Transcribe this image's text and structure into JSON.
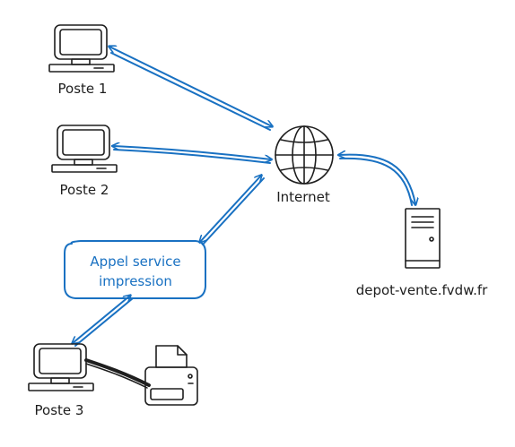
{
  "nodes": {
    "poste1": {
      "label": "Poste 1",
      "icon": "computer-icon"
    },
    "poste2": {
      "label": "Poste 2",
      "icon": "computer-icon"
    },
    "poste3": {
      "label": "Poste 3",
      "icon": "computer-icon"
    },
    "internet": {
      "label": "Internet",
      "icon": "globe-icon"
    },
    "server": {
      "label": "depot-vente.fvdw.fr",
      "icon": "server-icon"
    },
    "service": {
      "label_line1": "Appel service",
      "label_line2": "impression"
    },
    "printer": {
      "icon": "printer-icon"
    }
  },
  "edges": [
    {
      "from": "Poste 1",
      "to": "Internet",
      "style": "double-arrow"
    },
    {
      "from": "Poste 2",
      "to": "Internet",
      "style": "double-arrow"
    },
    {
      "from": "Appel service impression",
      "to": "Internet",
      "style": "double-arrow"
    },
    {
      "from": "Internet",
      "to": "depot-vente.fvdw.fr",
      "style": "double-arrow"
    },
    {
      "from": "Poste 3",
      "to": "Appel service impression",
      "style": "double-arrow"
    },
    {
      "from": "Poste 3",
      "to": "printer",
      "style": "cable"
    }
  ],
  "colors": {
    "arrow": "#1971c2",
    "ink": "#1e1e1e",
    "service_text": "#1971c2"
  }
}
